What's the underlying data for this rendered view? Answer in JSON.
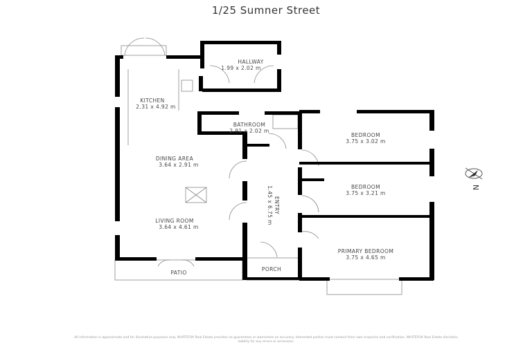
{
  "title": "1/25 Sumner Street",
  "rooms": {
    "hallway": {
      "name": "HALLWAY",
      "size": "1.99 x 2.02 m"
    },
    "kitchen": {
      "name": "KITCHEN",
      "size": "2.31 x 4.92 m"
    },
    "bathroom": {
      "name": "BATHROOM",
      "size": "2.91 x 2.02 m"
    },
    "dining": {
      "name": "DINING AREA",
      "size": "3.64 x 2.91 m"
    },
    "living": {
      "name": "LIVING ROOM",
      "size": "3.64 x 4.61 m"
    },
    "entry": {
      "name": "ENTRY",
      "size": "1.45 x 6.75 m"
    },
    "porch": {
      "name": "PORCH"
    },
    "patio": {
      "name": "PATIO"
    },
    "bedroom1": {
      "name": "BEDROOM",
      "size": "3.75 x 3.02 m"
    },
    "bedroom2": {
      "name": "BEDROOM",
      "size": "3.75 x 3.21 m"
    },
    "primary": {
      "name": "PRIMARY BEDROOM",
      "size": "3.75 x 4.65 m"
    }
  },
  "compass": {
    "label": "N",
    "icon": "compass-icon"
  },
  "disclaimer": "All information is approximate and for illustrative purposes only. WHITEFOX Real Estate provides no guarantees or warranties on accuracy. Interested parties must conduct their own enquiries and verification. WHITEFOX Real Estate disclaims liability for any errors or omissions."
}
